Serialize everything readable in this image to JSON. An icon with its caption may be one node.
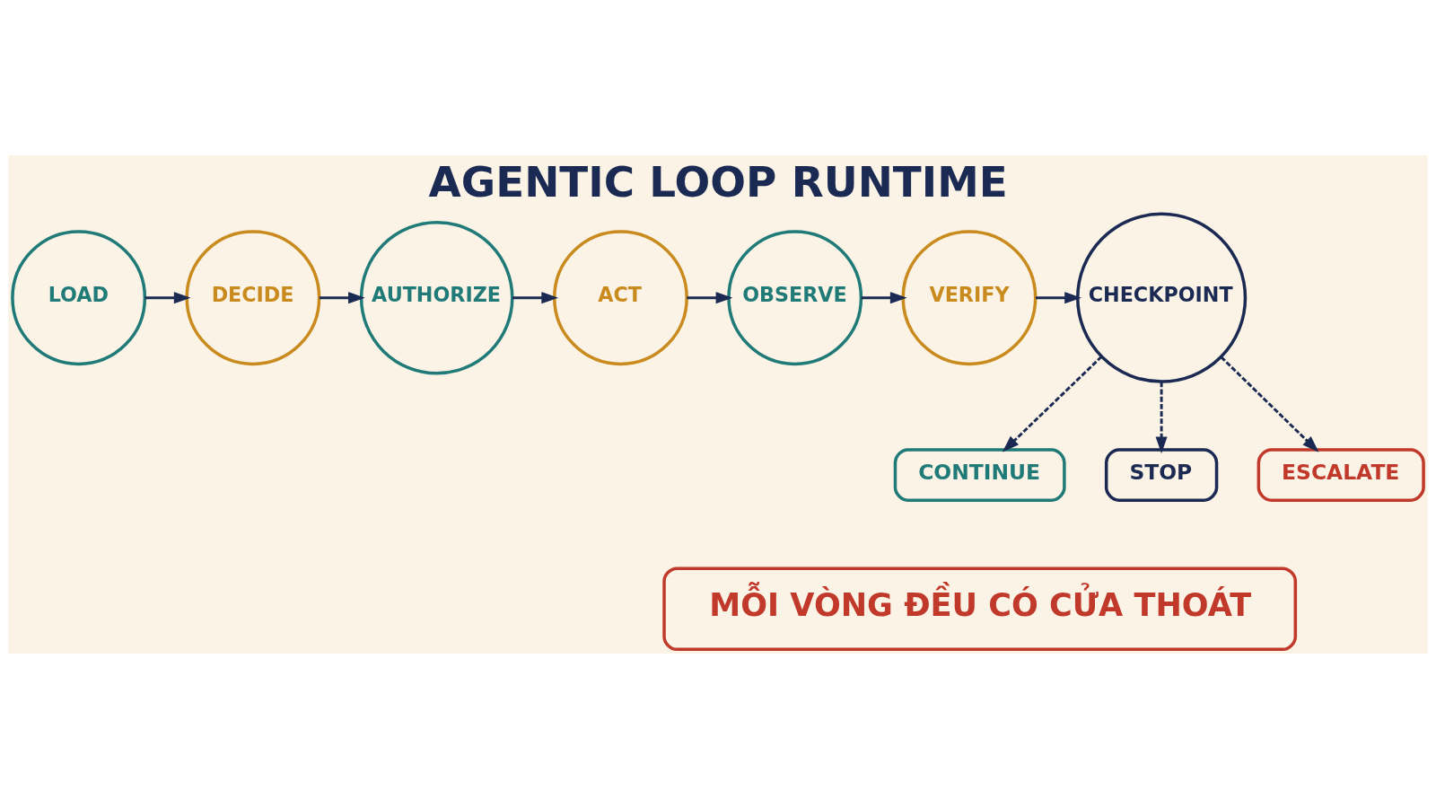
{
  "diagram": {
    "title": "AGENTIC LOOP RUNTIME",
    "nodes": [
      {
        "text": [
          "LOAD"
        ]
      },
      {
        "text": [
          "DECIDE"
        ]
      },
      {
        "text": [
          "AUTHORIZE"
        ]
      },
      {
        "text": [
          "ACT"
        ]
      },
      {
        "text": [
          "OBSERVE"
        ]
      },
      {
        "text": [
          "VERIFY"
        ]
      },
      {
        "text": [
          "CHECKPOINT"
        ]
      },
      {
        "text": [
          "CONTINUE"
        ]
      },
      {
        "text": [
          "STOP"
        ]
      },
      {
        "text": [
          "ESCALATE"
        ]
      },
      {
        "text": [
          "MỖI VÒNG ĐỀU CÓ CỬA THOÁT"
        ]
      }
    ],
    "edges": [
      {
        "from": 0,
        "to": 1,
        "arrow": "to"
      },
      {
        "from": 1,
        "to": 2,
        "arrow": "to"
      },
      {
        "from": 2,
        "to": 3,
        "arrow": "to"
      },
      {
        "from": 3,
        "to": 4,
        "arrow": "to"
      },
      {
        "from": 4,
        "to": 5,
        "arrow": "to"
      },
      {
        "from": 5,
        "to": 6,
        "arrow": "to"
      },
      {
        "from": 6,
        "to": 7,
        "arrow": "to",
        "style": "dashed"
      },
      {
        "from": 6,
        "to": 8,
        "arrow": "to",
        "style": "dashed"
      },
      {
        "from": 6,
        "to": 9,
        "arrow": "to",
        "style": "dashed"
      }
    ]
  }
}
